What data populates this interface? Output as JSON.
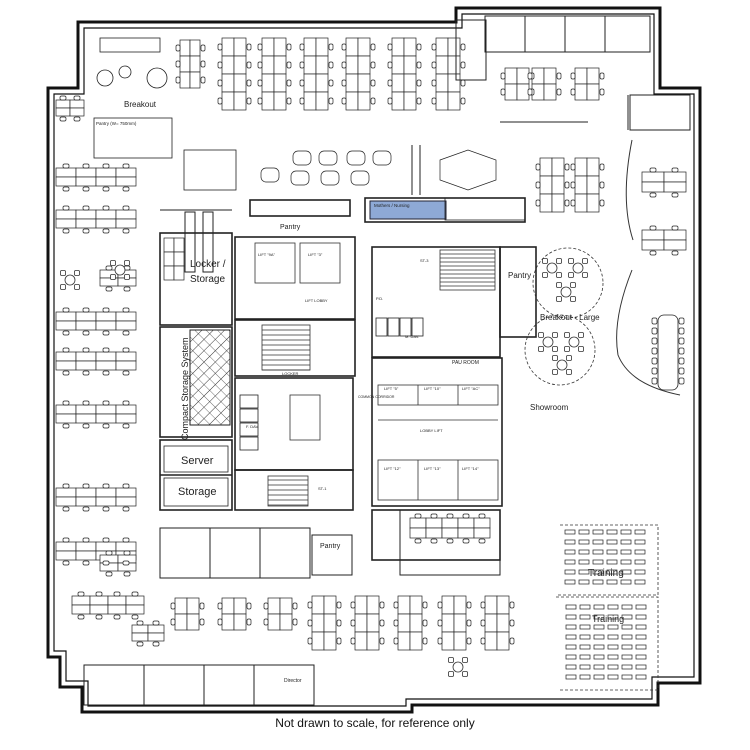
{
  "plan": {
    "caption": "Not drawn to scale, for reference only",
    "highlight_color": "#8ea9d6",
    "labels": {
      "breakout": "Breakout",
      "breakout_large": "Breakout - Large",
      "pantry_top": "Pantry",
      "pantry_right": "Pantry",
      "pantry_bottom": "Pantry",
      "pantry_small": "Pantry (W= 750mm)",
      "locker_storage_1": "Locker /",
      "locker_storage_2": "Storage",
      "compact_storage": "Compact Storage System",
      "server": "Server",
      "storage": "Storage",
      "showroom": "Showroom",
      "training_1": "Training",
      "training_2": "Training",
      "pau_room": "PAU ROOM",
      "mothers_nursing": "Mothers / Nursing",
      "director": "Director",
      "locker": "LOCKER",
      "lift_lobby": "LIFT LOBBY",
      "lobby_lift": "LOBBY LIFT",
      "common_corridor": "COMMON CORRIDOR",
      "st3": "ST-3",
      "st1": "ST-1",
      "lift_5": "LIFT \"5\"",
      "lift_10": "LIFT \"10\"",
      "lift_9a": "LIFT \"9A\"",
      "lift_12": "LIFT \"12\"",
      "lift_13": "LIFT \"13\"",
      "lift_14": "LIFT \"14\"",
      "lift_ac": "LIFT \"AC\"",
      "lift_3": "LIFT \"3\"",
      "m_dav": "M. DAV.",
      "f_dav": "F. DAV.",
      "pd": "P.D."
    }
  }
}
